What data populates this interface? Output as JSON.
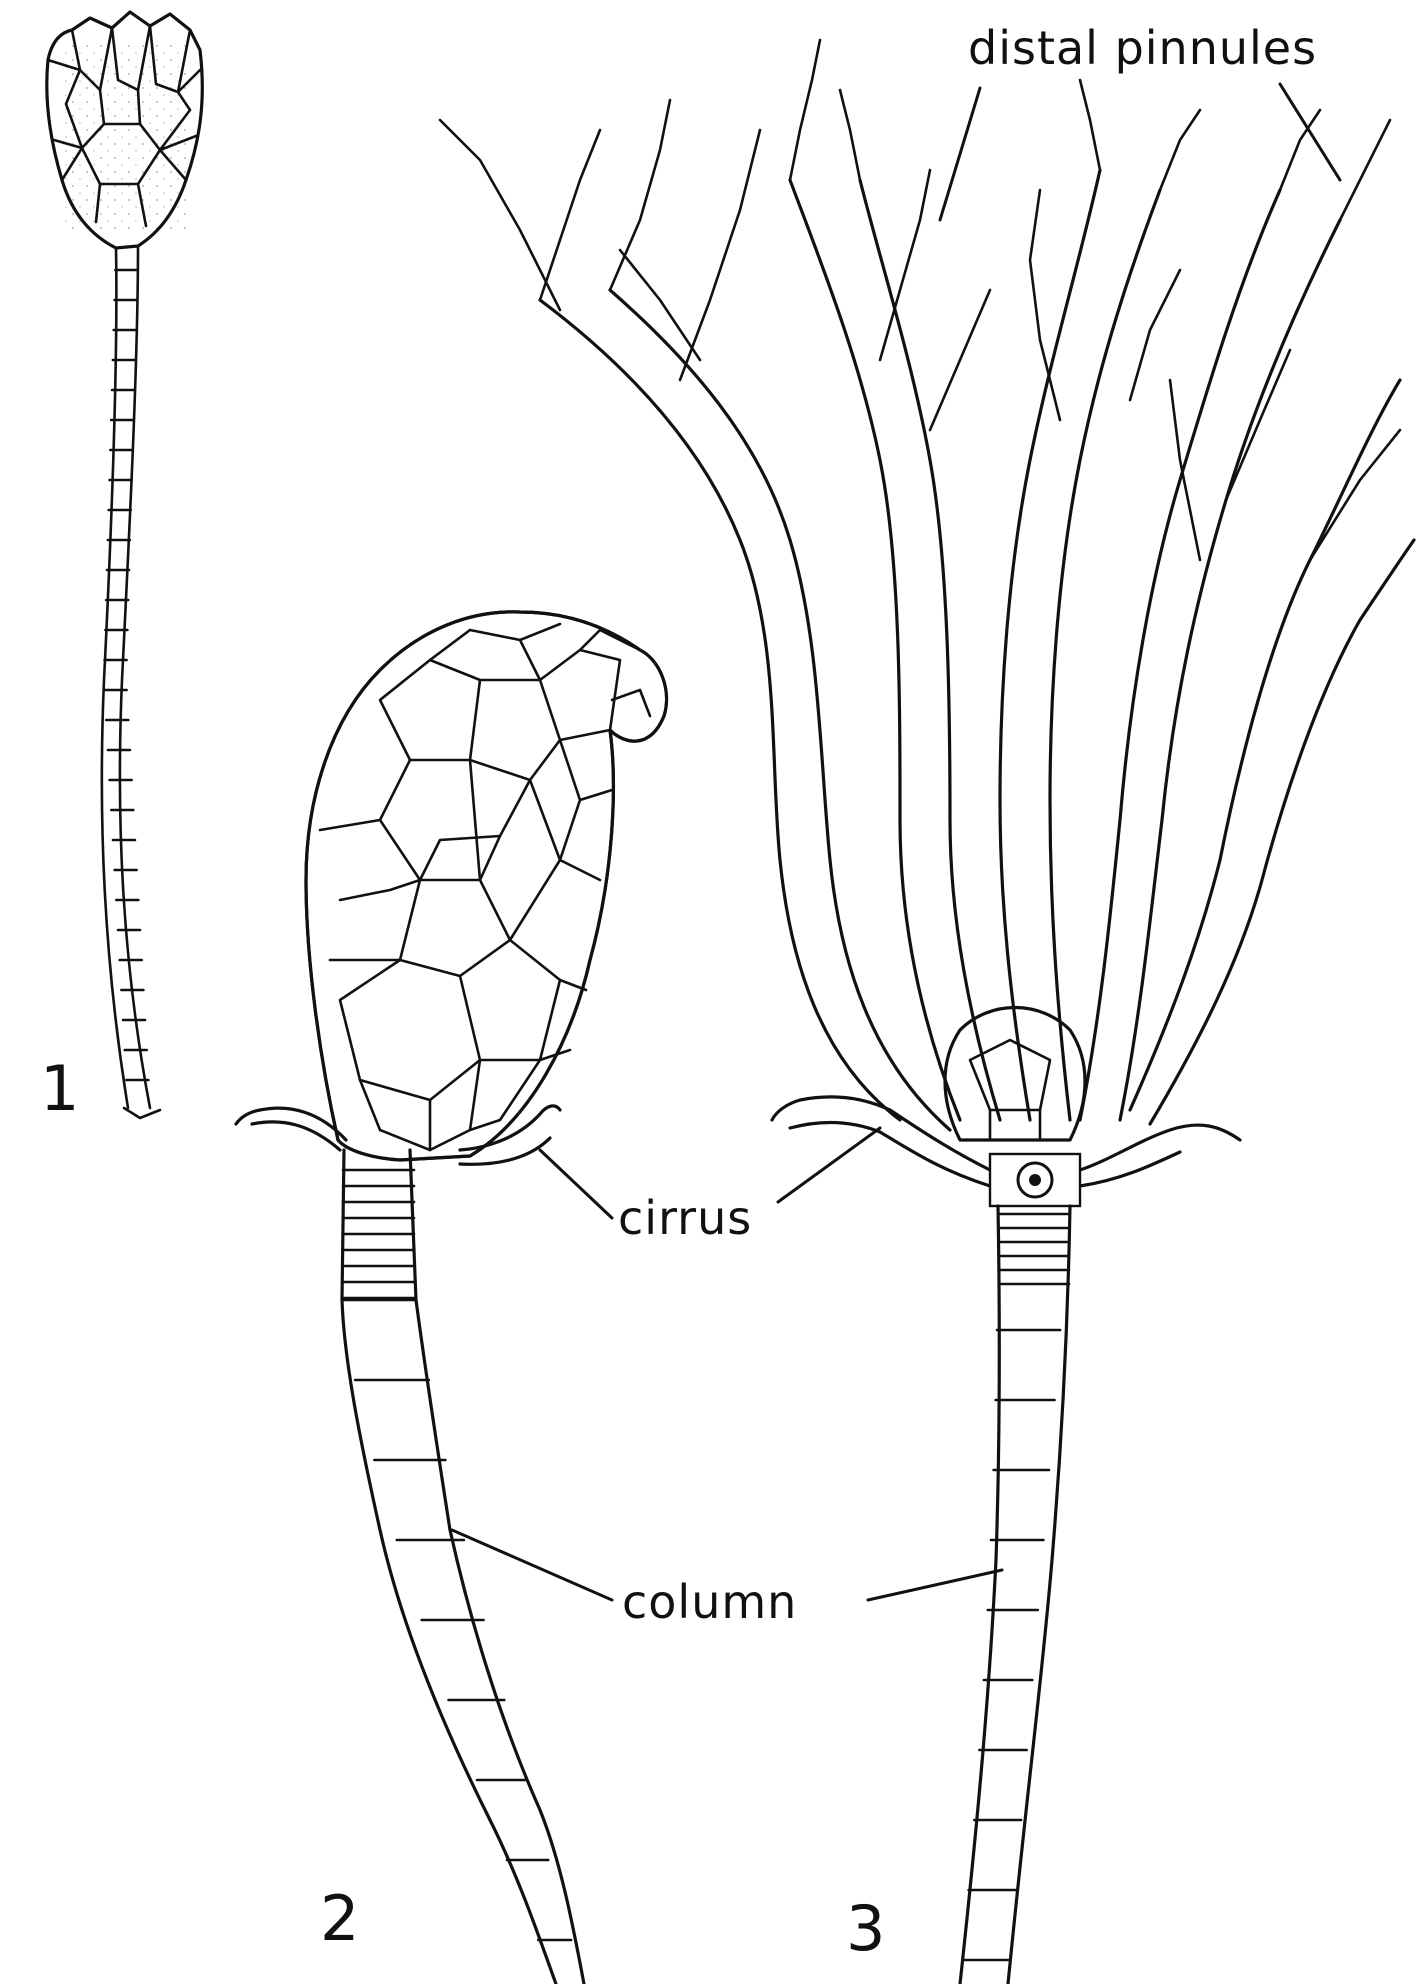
{
  "figure_numbers": {
    "one": "1",
    "two": "2",
    "three": "3"
  },
  "labels": {
    "distal_pinnules": "distal pinnules",
    "cirrus": "cirrus",
    "column": "column"
  },
  "colors": {
    "ink": "#111111",
    "paper": "#ffffff"
  }
}
